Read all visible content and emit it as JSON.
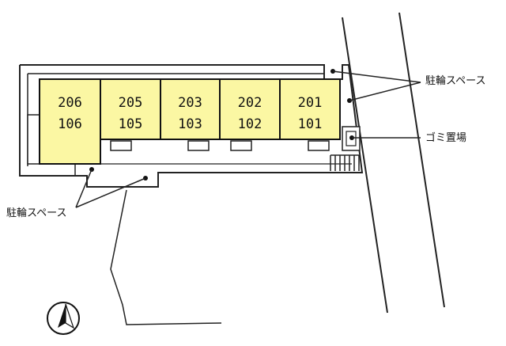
{
  "units": [
    {
      "upper": "206",
      "lower": "106"
    },
    {
      "upper": "205",
      "lower": "105"
    },
    {
      "upper": "203",
      "lower": "103"
    },
    {
      "upper": "202",
      "lower": "102"
    },
    {
      "upper": "201",
      "lower": "101"
    }
  ],
  "labels": {
    "bicycle_parking_right": "駐輪スペース",
    "garbage": "ゴミ置場",
    "bicycle_parking_left": "駐輪スペース"
  },
  "colors": {
    "unit_fill": "#fbf7a3",
    "line": "#111111"
  },
  "icons": {
    "compass": "north-arrow-icon"
  }
}
